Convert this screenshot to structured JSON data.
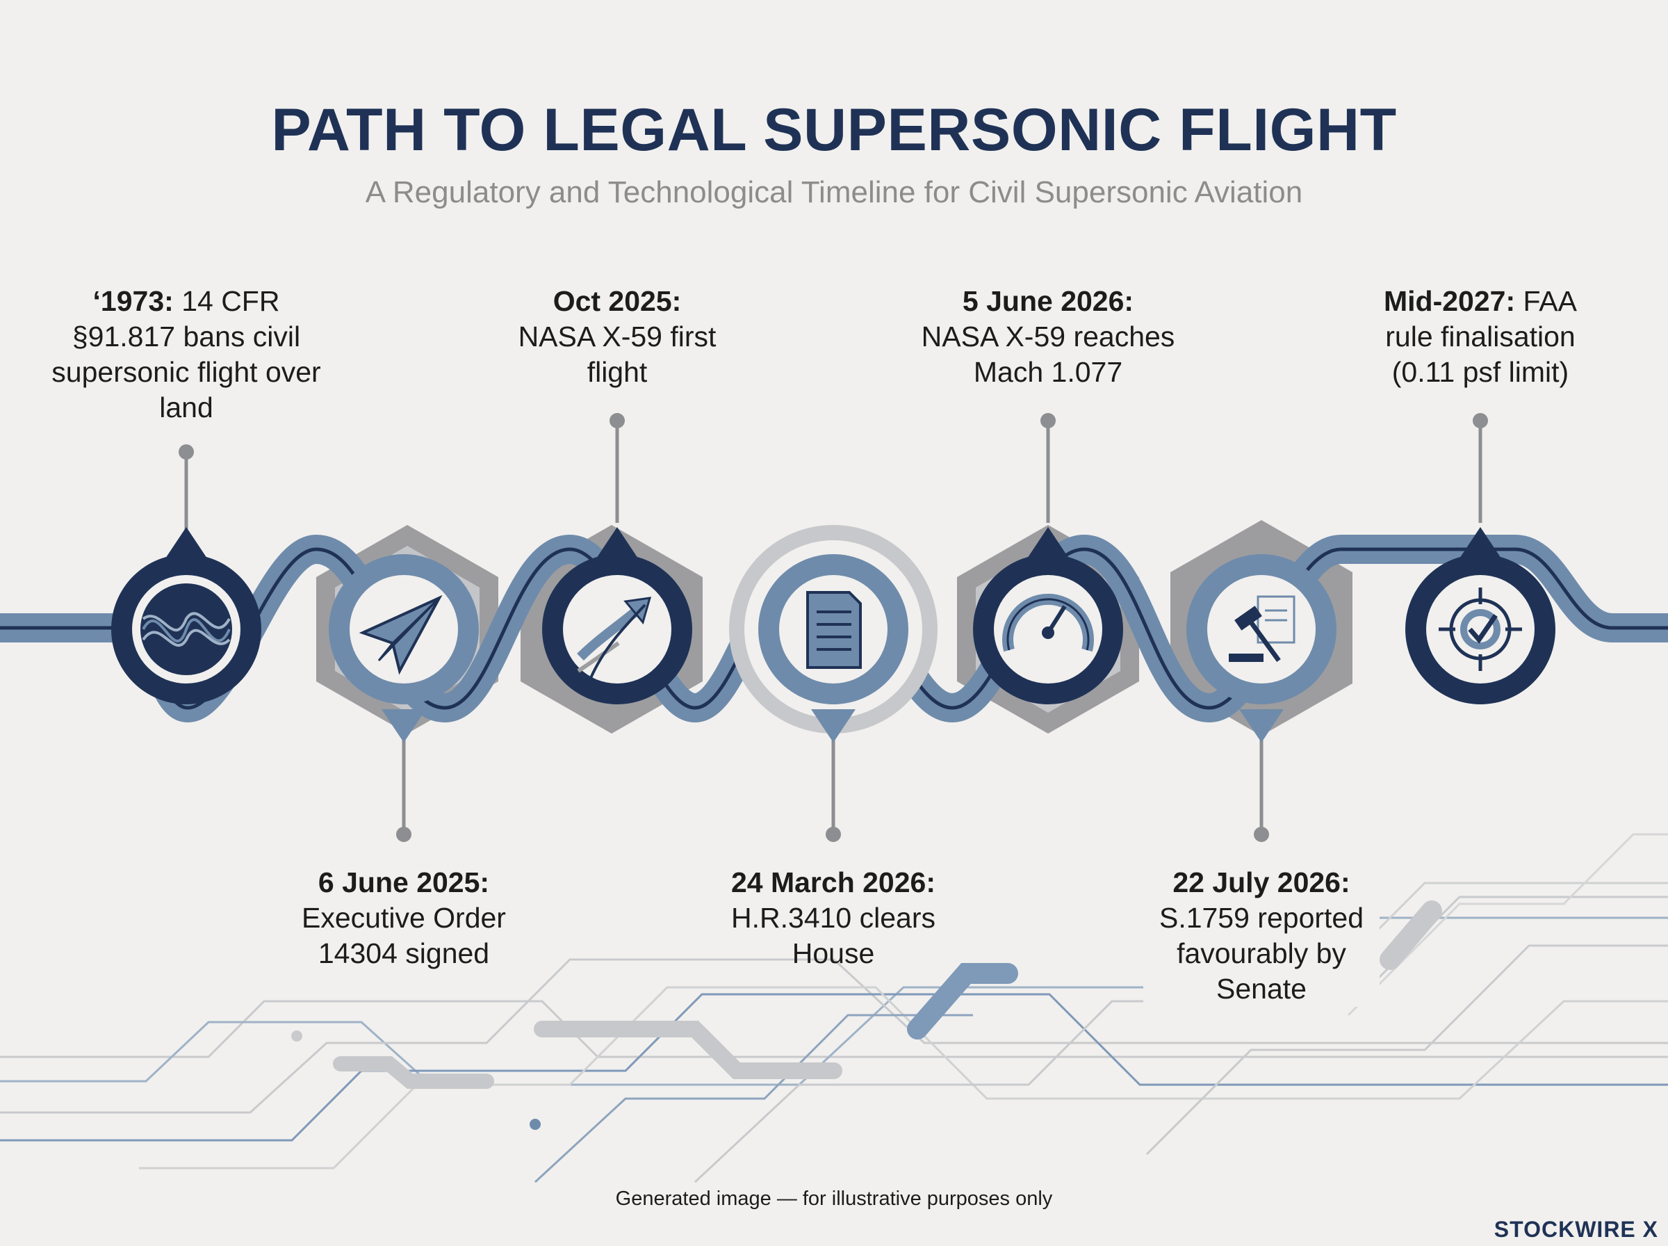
{
  "title": "PATH TO LEGAL SUPERSONIC FLIGHT",
  "subtitle": "A Regulatory and Technological Timeline for Civil Supersonic Aviation",
  "events": [
    {
      "date": "‘1973:",
      "text": "14 CFR §91.817 bans civil supersonic flight over land",
      "icon": "waveform-icon"
    },
    {
      "date": "6 June 2025:",
      "text": "Executive Order 14304 signed",
      "icon": "paper-plane-icon"
    },
    {
      "date": "Oct 2025:",
      "text": "NASA X-59 first flight",
      "icon": "takeoff-arrow-icon"
    },
    {
      "date": "24 March 2026:",
      "text": "H.R.3410 clears House",
      "icon": "document-icon"
    },
    {
      "date": "5 June 2026:",
      "text": "NASA X-59 reaches Mach 1.077",
      "icon": "speedometer-icon"
    },
    {
      "date": "22 July 2026:",
      "text": "S.1759 reported favourably by Senate",
      "icon": "gavel-document-icon"
    },
    {
      "date": "Mid-2027:",
      "text": "FAA rule finalisation (0.11 psf limit)",
      "icon": "target-check-icon"
    }
  ],
  "colors": {
    "navy": "#1f3256",
    "steel": "#6f8bab",
    "gray": "#9d9d9f",
    "background": "#f1f0ee"
  },
  "footer": {
    "note": "Generated image — for illustrative purposes only",
    "brand": "STOCKWIRE X"
  }
}
